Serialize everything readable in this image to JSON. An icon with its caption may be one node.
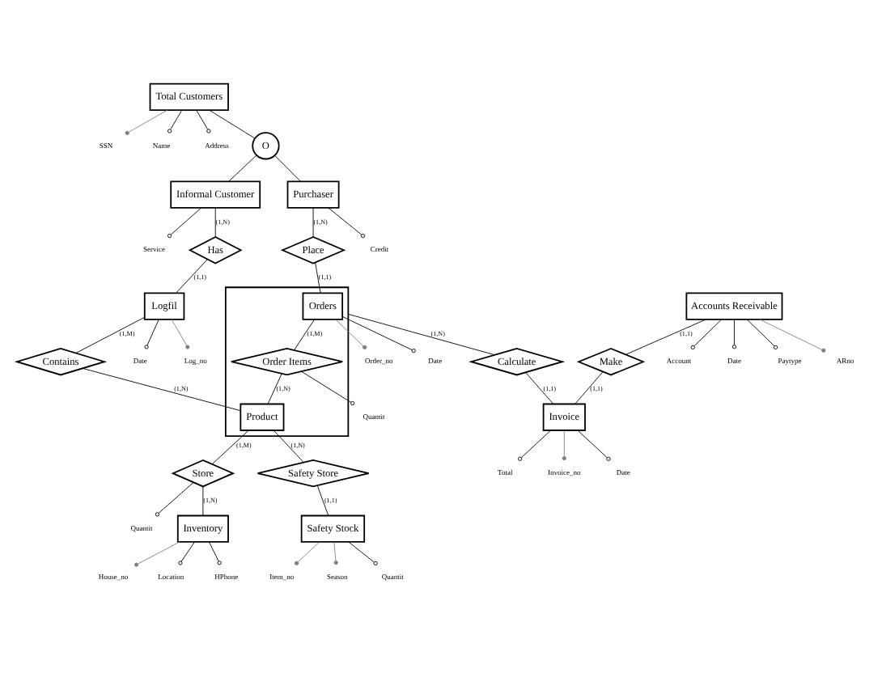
{
  "diagram": {
    "nodes": [
      {
        "text": [
          "Total Customers"
        ]
      },
      {
        "text": [
          "SSN"
        ]
      },
      {
        "text": [
          "Name"
        ]
      },
      {
        "text": [
          "Address"
        ]
      },
      {
        "text": [
          "O"
        ]
      },
      {
        "text": [
          "Informal Customer"
        ]
      },
      {
        "text": [
          "Service"
        ]
      },
      {
        "text": [
          "Purchaser"
        ]
      },
      {
        "text": [
          "Credit"
        ]
      },
      {
        "text": [
          "Place"
        ]
      },
      {
        "text": [],
        "shape": "box"
      },
      {
        "text": [
          "Orders"
        ],
        "in": 10
      },
      {
        "text": [
          "Order_no"
        ]
      },
      {
        "text": [
          "Date"
        ]
      },
      {
        "text": [
          "Quantit"
        ]
      },
      {
        "text": [
          "Order Items"
        ],
        "in": 10
      },
      {
        "text": [
          "Product"
        ],
        "in": 10
      },
      {
        "text": [
          "Accounts Receivable"
        ]
      },
      {
        "text": [
          "ARno"
        ]
      },
      {
        "text": [
          "Account"
        ]
      },
      {
        "text": [
          "Date"
        ]
      },
      {
        "text": [
          "Paytype"
        ]
      },
      {
        "text": [
          "Make"
        ]
      },
      {
        "text": [
          "Calculate"
        ]
      },
      {
        "text": [
          "Invoice"
        ]
      },
      {
        "text": [
          "Invoice_no"
        ]
      },
      {
        "text": [
          "Date"
        ]
      },
      {
        "text": [
          "Total"
        ]
      },
      {
        "text": [
          "Has"
        ]
      },
      {
        "text": [
          "Logfil"
        ]
      },
      {
        "text": [
          "Log_no"
        ]
      },
      {
        "text": [
          "Date"
        ]
      },
      {
        "text": [
          "Contains"
        ]
      },
      {
        "text": [
          "Safety Store"
        ]
      },
      {
        "text": [
          "Safety Stock"
        ]
      },
      {
        "text": [
          "Item_no"
        ]
      },
      {
        "text": [
          "Season"
        ]
      },
      {
        "text": [
          "Quantit"
        ]
      },
      {
        "text": [
          "Quantit"
        ]
      },
      {
        "text": [
          "Store"
        ]
      },
      {
        "text": [
          "Inventory"
        ]
      },
      {
        "text": [
          "House_no"
        ]
      },
      {
        "text": [
          "Location"
        ]
      },
      {
        "text": [
          "HPhone"
        ]
      }
    ],
    "edges": [
      {
        "from": 0,
        "to": 1,
        "arrow": "other",
        "color": "#808080"
      },
      {
        "from": 0,
        "to": 2,
        "arrow": "other"
      },
      {
        "from": 0,
        "to": 3,
        "arrow": "other"
      },
      {
        "from": 0,
        "to": 4,
        "arrow": "none"
      },
      {
        "from": 4,
        "to": 5,
        "arrow": "none"
      },
      {
        "from": 4,
        "to": 7,
        "arrow": "none"
      },
      {
        "from": 5,
        "to": 6,
        "arrow": "other"
      },
      {
        "from": 7,
        "to": 8,
        "arrow": "other"
      },
      {
        "from": 7,
        "to": 9,
        "arrow": "none",
        "label": "(1,N)"
      },
      {
        "from": 9,
        "to": 11,
        "arrow": "none",
        "label": "(1,1)"
      },
      {
        "from": 11,
        "to": 12,
        "arrow": "other",
        "color": "#808080"
      },
      {
        "from": 11,
        "to": 13,
        "arrow": "other"
      },
      {
        "from": 11,
        "to": 15,
        "arrow": "none",
        "label": "(1,M)"
      },
      {
        "from": 15,
        "to": 14,
        "arrow": "other"
      },
      {
        "from": 15,
        "to": 16,
        "arrow": "none",
        "label": "(1,N)"
      },
      {
        "from": 17,
        "to": 18,
        "arrow": "other",
        "color": "#808080"
      },
      {
        "from": 17,
        "to": 19,
        "arrow": "other"
      },
      {
        "from": 17,
        "to": 20,
        "arrow": "other"
      },
      {
        "from": 17,
        "to": 21,
        "arrow": "other"
      },
      {
        "from": 17,
        "to": 22,
        "arrow": "none",
        "label": "(1,1)"
      },
      {
        "from": 22,
        "to": 24,
        "arrow": "none",
        "label": "(1,1)"
      },
      {
        "from": 10,
        "to": 23,
        "arrow": "none",
        "label": "(1,N)"
      },
      {
        "from": 23,
        "to": 24,
        "arrow": "none",
        "label": "(1,1)"
      },
      {
        "from": 24,
        "to": 25,
        "arrow": "other",
        "color": "#808080"
      },
      {
        "from": 24,
        "to": 26,
        "arrow": "other"
      },
      {
        "from": 24,
        "to": 27,
        "arrow": "other"
      },
      {
        "from": 5,
        "to": 28,
        "arrow": "none",
        "label": "(1,N)"
      },
      {
        "from": 28,
        "to": 29,
        "arrow": "none",
        "label": "(1,1)"
      },
      {
        "from": 29,
        "to": 30,
        "arrow": "other",
        "color": "#808080"
      },
      {
        "from": 29,
        "to": 31,
        "arrow": "other"
      },
      {
        "from": 29,
        "to": 32,
        "arrow": "none",
        "label": "(1,M)"
      },
      {
        "from": 32,
        "to": 16,
        "arrow": "none",
        "label": "(1,N)"
      },
      {
        "from": 16,
        "to": 33,
        "arrow": "none",
        "label": "(1,N)"
      },
      {
        "from": 33,
        "to": 34,
        "arrow": "none",
        "label": "(1,1)"
      },
      {
        "from": 34,
        "to": 35,
        "arrow": "other",
        "color": "#808080"
      },
      {
        "from": 34,
        "to": 36,
        "arrow": "other",
        "color": "#808080"
      },
      {
        "from": 34,
        "to": 37,
        "arrow": "other"
      },
      {
        "from": 39,
        "to": 38,
        "arrow": "other"
      },
      {
        "from": 16,
        "to": 39,
        "arrow": "none",
        "label": "(1,M)"
      },
      {
        "from": 39,
        "to": 40,
        "arrow": "none",
        "label": "(1,N)"
      },
      {
        "from": 40,
        "to": 41,
        "arrow": "other",
        "color": "#808080"
      },
      {
        "from": 40,
        "to": 42,
        "arrow": "other"
      },
      {
        "from": 40,
        "to": 43,
        "arrow": "other"
      }
    ]
  }
}
